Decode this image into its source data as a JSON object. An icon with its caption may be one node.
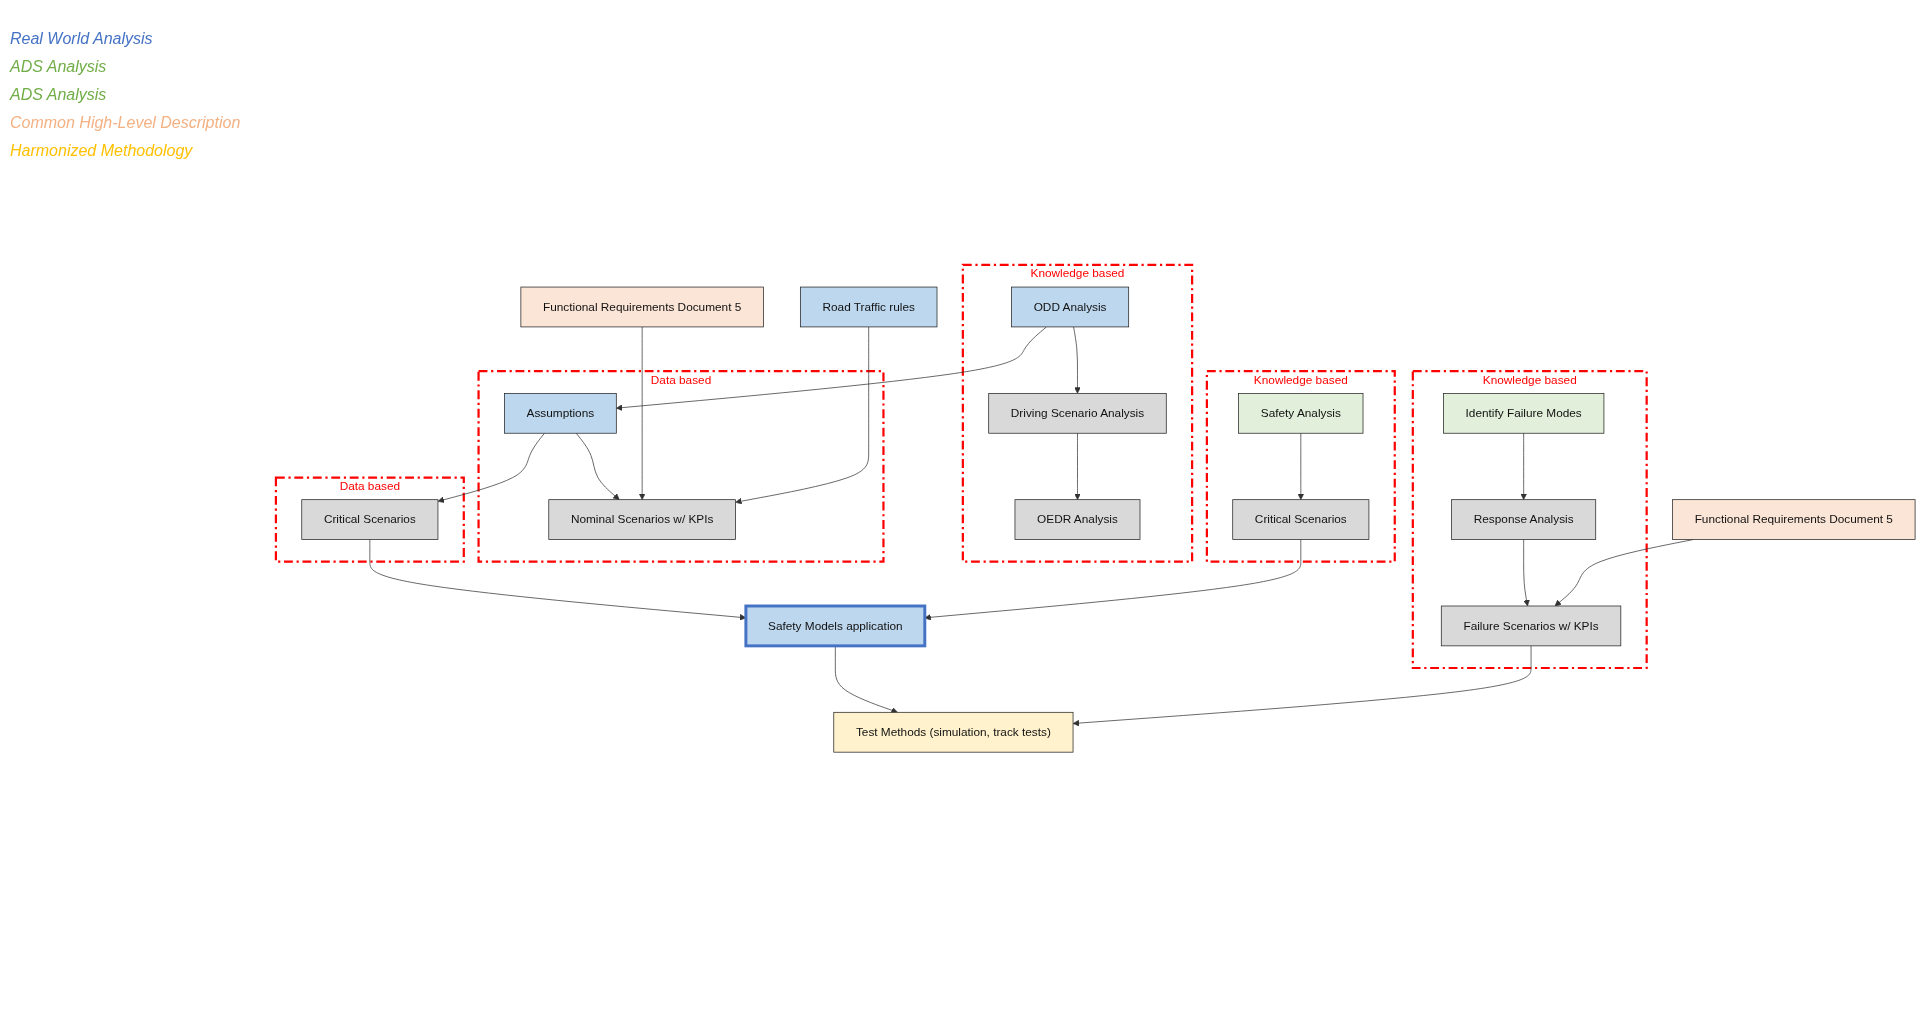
{
  "diagram": {
    "nodes": [
      {
        "text": [
          "Knowledge based"
        ]
      },
      {
        "text": [
          "ODD Analysis"
        ],
        "in": 0
      },
      {
        "text": [
          "Driving Scenario Analysis"
        ],
        "in": 0
      },
      {
        "text": [
          "OEDR Analysis"
        ],
        "in": 0
      },
      {
        "text": [
          "Data based"
        ]
      },
      {
        "text": [
          "Assumptions"
        ],
        "in": 4
      },
      {
        "text": [
          "Nominal Scenarios w/ KPIs"
        ],
        "in": 4
      },
      {
        "text": [
          "Data based"
        ]
      },
      {
        "text": [
          "Critical Scenarios"
        ],
        "in": 7
      },
      {
        "text": [
          "Knowledge based"
        ]
      },
      {
        "text": [
          "Safety Analysis"
        ],
        "in": 9
      },
      {
        "text": [
          "Critical Scenarios"
        ],
        "in": 9
      },
      {
        "text": [
          "Knowledge based"
        ]
      },
      {
        "text": [
          "Identify Failure Modes"
        ],
        "in": 12
      },
      {
        "text": [
          "Response Analysis"
        ],
        "in": 12
      },
      {
        "text": [
          "Failure Scenarios w/ KPIs"
        ],
        "in": 12
      },
      {
        "text": [
          "Functional Requirements Document 5"
        ]
      },
      {
        "text": [
          "Road Traffic rules"
        ]
      },
      {
        "text": [
          "Functional Requirements Document 5"
        ]
      },
      {
        "text": [
          "Safety Models application"
        ]
      },
      {
        "text": [
          "Test Methods (simulation, track tests)"
        ]
      }
    ],
    "edges": [
      {
        "from": 1,
        "to": 5,
        "arrow": "to"
      },
      {
        "from": 1,
        "to": 2,
        "arrow": "to"
      },
      {
        "from": 2,
        "to": 3,
        "arrow": "to"
      },
      {
        "from": 5,
        "to": 6,
        "arrow": "to"
      },
      {
        "from": 5,
        "to": 8,
        "arrow": "to"
      },
      {
        "from": 16,
        "to": 6,
        "arrow": "to"
      },
      {
        "from": 17,
        "to": 6,
        "arrow": "to"
      },
      {
        "from": 13,
        "to": 14,
        "arrow": "to"
      },
      {
        "from": 14,
        "to": 15,
        "arrow": "to"
      },
      {
        "from": 10,
        "to": 11,
        "arrow": "to"
      },
      {
        "from": 18,
        "to": 15,
        "arrow": "to"
      },
      {
        "from": 8,
        "to": 19,
        "arrow": "to"
      },
      {
        "from": 11,
        "to": 19,
        "arrow": "to"
      },
      {
        "from": 19,
        "to": 20,
        "arrow": "to"
      },
      {
        "from": 15,
        "to": 20,
        "arrow": "to"
      }
    ],
    "labels": [
      "Real World Analysis",
      "ADS Analysis",
      "ADS Analysis",
      "Common High-Level Description",
      "Harmonized Methodology"
    ]
  }
}
